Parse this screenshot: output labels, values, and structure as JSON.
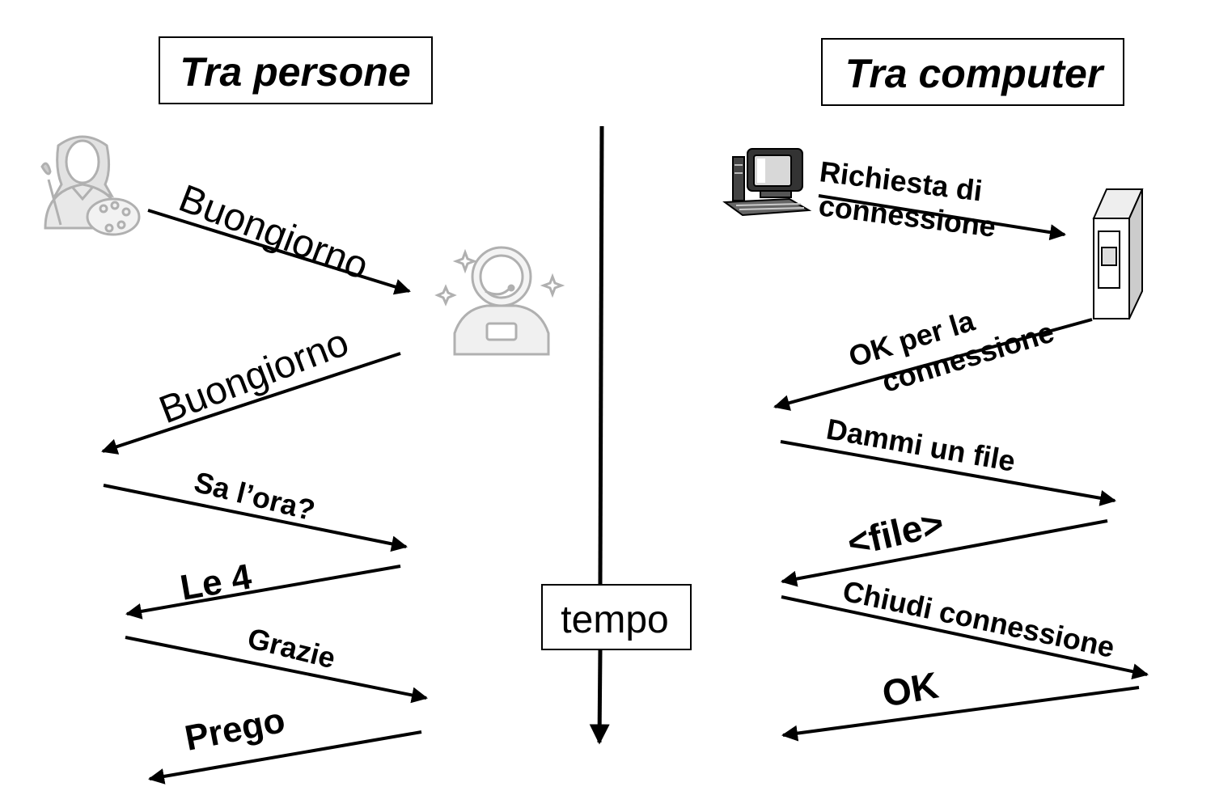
{
  "titles": {
    "left": "Tra persone",
    "right": "Tra computer"
  },
  "time_axis": {
    "label": "tempo"
  },
  "left_messages": [
    {
      "label": "Buongiorno",
      "direction": "right"
    },
    {
      "label": "Buongiorno",
      "direction": "left"
    },
    {
      "label": "Sa l’ora?",
      "direction": "right"
    },
    {
      "label": "Le 4",
      "direction": "left"
    },
    {
      "label": "Grazie",
      "direction": "right"
    },
    {
      "label": "Prego",
      "direction": "left"
    }
  ],
  "right_messages": [
    {
      "label_lines": [
        "Richiesta di",
        "connessione"
      ],
      "direction": "right"
    },
    {
      "label_lines": [
        "OK per la",
        "connessione"
      ],
      "direction": "left"
    },
    {
      "label_lines": [
        "Dammi un file"
      ],
      "direction": "right"
    },
    {
      "label_lines": [
        "<file>"
      ],
      "direction": "left"
    },
    {
      "label_lines": [
        "Chiudi connessione"
      ],
      "direction": "right"
    },
    {
      "label_lines": [
        "OK"
      ],
      "direction": "left"
    }
  ],
  "icons": {
    "left_sender": "painter-icon",
    "left_receiver": "astronaut-icon",
    "right_sender": "desktop-computer-icon",
    "right_receiver": "server-tower-icon"
  },
  "colors": {
    "line": "#000000",
    "icon_gray": "#b0b0b0"
  }
}
